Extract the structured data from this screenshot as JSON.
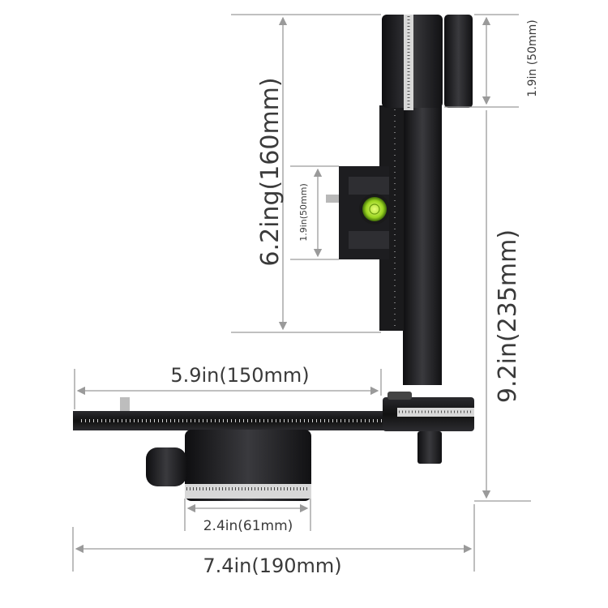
{
  "product": {
    "name_visible": "",
    "colors": {
      "body": "#1c1c1e",
      "scale": "#d8d8d8",
      "level_bubble": "#a6e22e",
      "dimension_line": "#9a9a9a"
    }
  },
  "dimensions": {
    "vertical_rail_height": "6.2ing(160mm)",
    "head_knob_height": "1.9in (50mm)",
    "clamp_height": "1.9in(50mm)",
    "total_height": "9.2in(235mm)",
    "horizontal_rail_length": "5.9in(150mm)",
    "base_diameter": "2.4in(61mm)",
    "total_width": "7.4in(190mm)"
  }
}
